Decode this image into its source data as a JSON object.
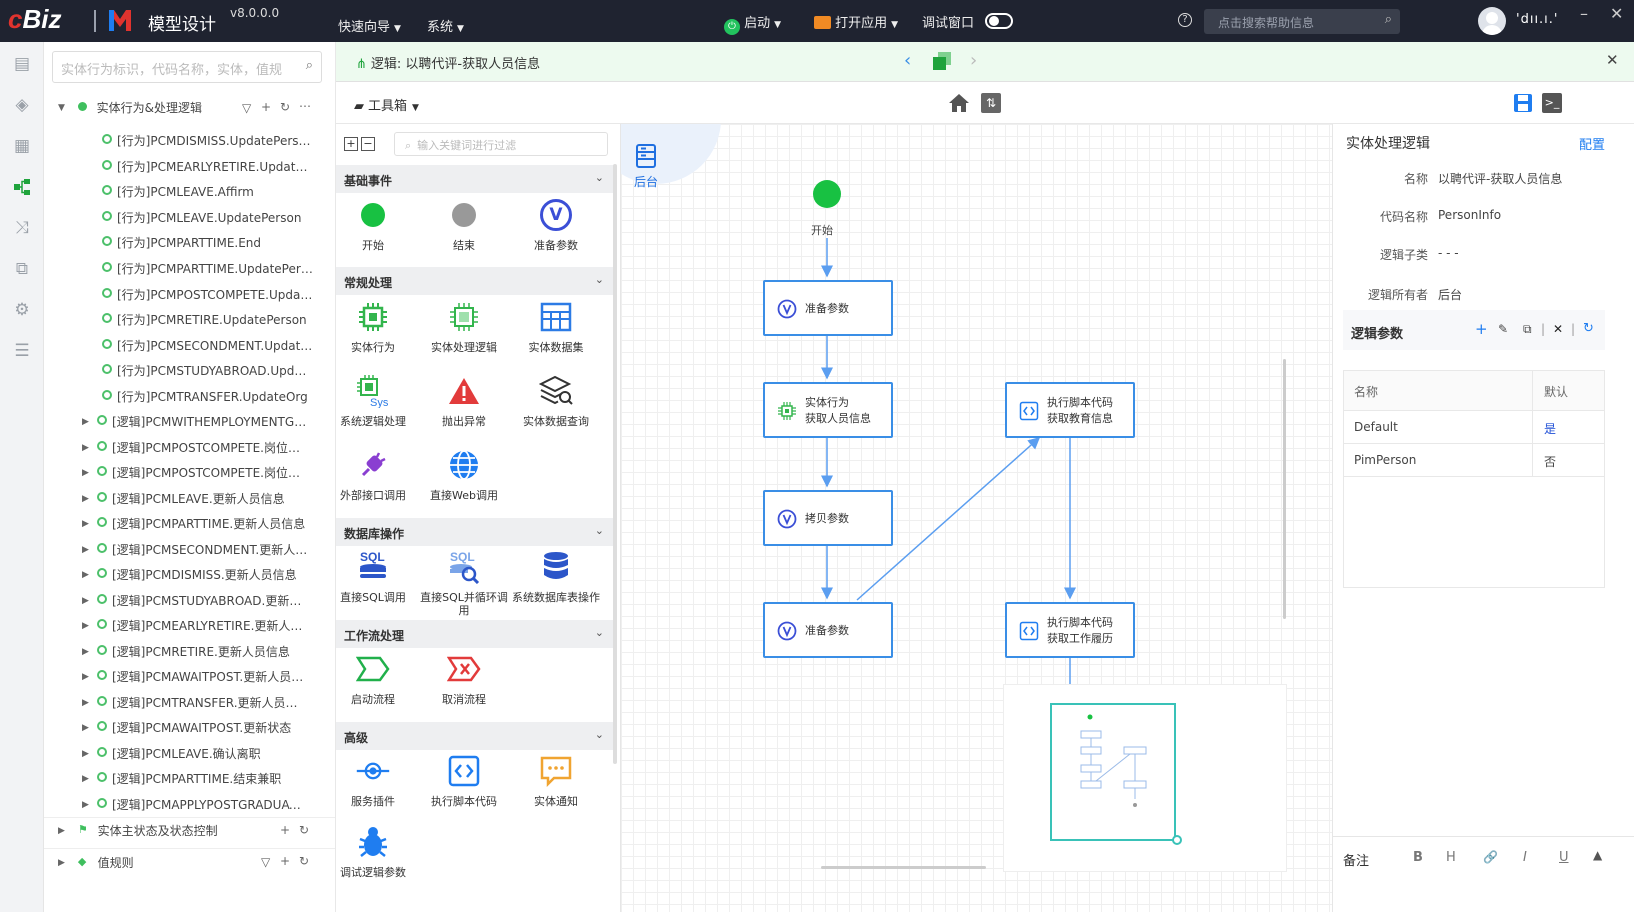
{
  "topbar": {
    "logo_e": "c",
    "logo_biz": "Biz",
    "app_title": "模型设计",
    "version": "v8.0.0.0",
    "menus": [
      "快速向导",
      "系统"
    ],
    "run_label": "启动",
    "open_app_label": "打开应用",
    "debug_label": "调试窗口",
    "help_search_placeholder": "点击搜索帮助信息",
    "username": "'dıı.ı.'"
  },
  "tree": {
    "search_placeholder": "实体行为标识，代码名称，实体，值规",
    "root_label": "实体行为&处理逻辑",
    "behaviors": [
      "[行为]PCMDISMISS.UpdatePerson",
      "[行为]PCMEARLYRETIRE.UpdatePe...",
      "[行为]PCMLEAVE.Affirm",
      "[行为]PCMLEAVE.UpdatePerson",
      "[行为]PCMPARTTIME.End",
      "[行为]PCMPARTTIME.UpdatePerson",
      "[行为]PCMPOSTCOMPETE.Update...",
      "[行为]PCMRETIRE.UpdatePerson",
      "[行为]PCMSECONDMENT.UpdateP...",
      "[行为]PCMSTUDYABROAD.Update...",
      "[行为]PCMTRANSFER.UpdateOrg"
    ],
    "logics": [
      "[逻辑]PCMWITHEMPLOYMENTGE...",
      "[逻辑]PCMPOSTCOMPETE.岗位竞...",
      "[逻辑]PCMPOSTCOMPETE.岗位竞...",
      "[逻辑]PCMLEAVE.更新人员信息",
      "[逻辑]PCMPARTTIME.更新人员信息",
      "[逻辑]PCMSECONDMENT.更新人员...",
      "[逻辑]PCMDISMISS.更新人员信息",
      "[逻辑]PCMSTUDYABROAD.更新人...",
      "[逻辑]PCMEARLYRETIRE.更新人员...",
      "[逻辑]PCMRETIRE.更新人员信息",
      "[逻辑]PCMAWAITPOST.更新人员信息",
      "[逻辑]PCMTRANSFER.更新人员组...",
      "[逻辑]PCMAWAITPOST.更新状态",
      "[逻辑]PCMLEAVE.确认离职",
      "[逻辑]PCMPARTTIME.结束兼职",
      "[逻辑]PCMAPPLYPOSTGRADUATE...."
    ],
    "bottom_nodes": [
      "实体主状态及状态控制",
      "值规则"
    ]
  },
  "logic_header": {
    "title": "逻辑: 以聘代评-获取人员信息"
  },
  "toolbox": {
    "label": "工具箱",
    "filter_placeholder": "输入关键词进行过滤",
    "sections": [
      {
        "title": "基础事件",
        "items": [
          "开始",
          "结束",
          "准备参数"
        ]
      },
      {
        "title": "常规处理",
        "items": [
          "实体行为",
          "实体处理逻辑",
          "实体数据集",
          "系统逻辑处理",
          "抛出异常",
          "实体数据查询",
          "外部接口调用",
          "直接Web调用"
        ]
      },
      {
        "title": "数据库操作",
        "items": [
          "直接SQL调用",
          "直接SQL并循环调用",
          "系统数据库表操作"
        ]
      },
      {
        "title": "工作流处理",
        "items": [
          "启动流程",
          "取消流程"
        ]
      },
      {
        "title": "高级",
        "items": [
          "服务插件",
          "执行脚本代码",
          "实体通知",
          "调试逻辑参数"
        ]
      }
    ]
  },
  "canvas": {
    "backend_label": "后台",
    "start_label": "开始",
    "nodes": {
      "prep1": "准备参数",
      "entity_action_1": "实体行为",
      "entity_action_2": "获取人员信息",
      "copy": "拷贝参数",
      "prep2": "准备参数",
      "script1_1": "执行脚本代码",
      "script1_2": "获取教育信息",
      "script2_1": "执行脚本代码",
      "script2_2": "获取工作履历"
    }
  },
  "props": {
    "title": "实体处理逻辑",
    "config_label": "配置",
    "fields": [
      {
        "k": "名称",
        "v": "以聘代评-获取人员信息"
      },
      {
        "k": "代码名称",
        "v": "PersonInfo"
      },
      {
        "k": "逻辑子类",
        "v": "- - -"
      },
      {
        "k": "逻辑所有者",
        "v": "后台"
      }
    ],
    "params_title": "逻辑参数",
    "params_headers": [
      "名称",
      "默认"
    ],
    "params_rows": [
      {
        "name": "Default",
        "default": "是"
      },
      {
        "name": "PimPerson",
        "default": "否"
      }
    ],
    "remark_label": "备注",
    "editor_tools": [
      "B",
      "H",
      "🔗",
      "I",
      "U"
    ]
  },
  "colors": {
    "accent": "#3a8ee6",
    "green": "#1fa33c",
    "topbar": "#1f2330"
  }
}
